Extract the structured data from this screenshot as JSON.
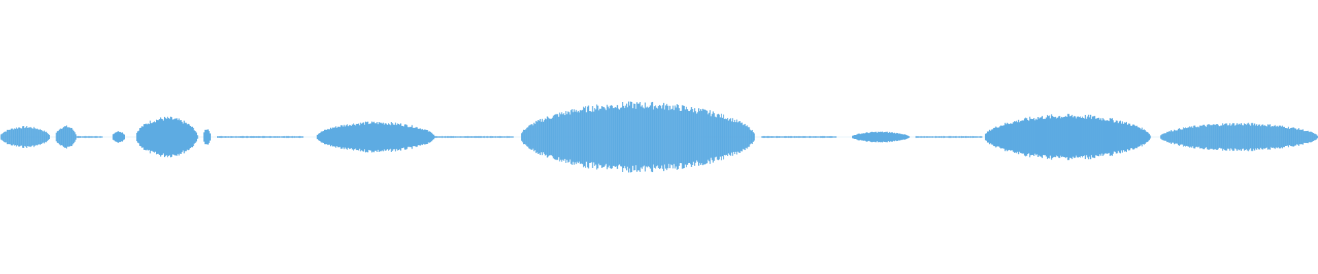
{
  "colors": {
    "background": "#ffffff",
    "waveform": "#5dabe2"
  },
  "waveform": {
    "segments": [
      {
        "start": 0.0,
        "end": 0.038,
        "amp": 0.08
      },
      {
        "start": 0.042,
        "end": 0.058,
        "amp": 0.085
      },
      {
        "start": 0.058,
        "end": 0.078,
        "amp": 0.006
      },
      {
        "start": 0.085,
        "end": 0.095,
        "amp": 0.045
      },
      {
        "start": 0.103,
        "end": 0.15,
        "amp": 0.15
      },
      {
        "start": 0.154,
        "end": 0.16,
        "amp": 0.065
      },
      {
        "start": 0.165,
        "end": 0.23,
        "amp": 0.006
      },
      {
        "start": 0.24,
        "end": 0.33,
        "amp": 0.115
      },
      {
        "start": 0.33,
        "end": 0.39,
        "amp": 0.006
      },
      {
        "start": 0.395,
        "end": 0.573,
        "amp": 0.26
      },
      {
        "start": 0.578,
        "end": 0.635,
        "amp": 0.006
      },
      {
        "start": 0.646,
        "end": 0.69,
        "amp": 0.04
      },
      {
        "start": 0.695,
        "end": 0.745,
        "amp": 0.006
      },
      {
        "start": 0.747,
        "end": 0.873,
        "amp": 0.17
      },
      {
        "start": 0.88,
        "end": 1.0,
        "amp": 0.105
      }
    ]
  }
}
